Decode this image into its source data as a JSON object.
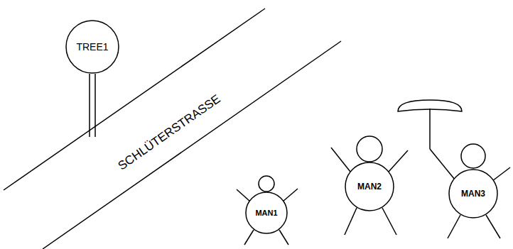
{
  "diagram": {
    "nodes": [
      {
        "text": [
          "TREE1"
        ]
      },
      {
        "text": [
          "MAN1"
        ]
      },
      {
        "text": [
          "MAN2"
        ]
      },
      {
        "text": [
          "MAN3"
        ]
      }
    ],
    "labels": [
      "SCHLÜTERSTRASSE"
    ]
  }
}
